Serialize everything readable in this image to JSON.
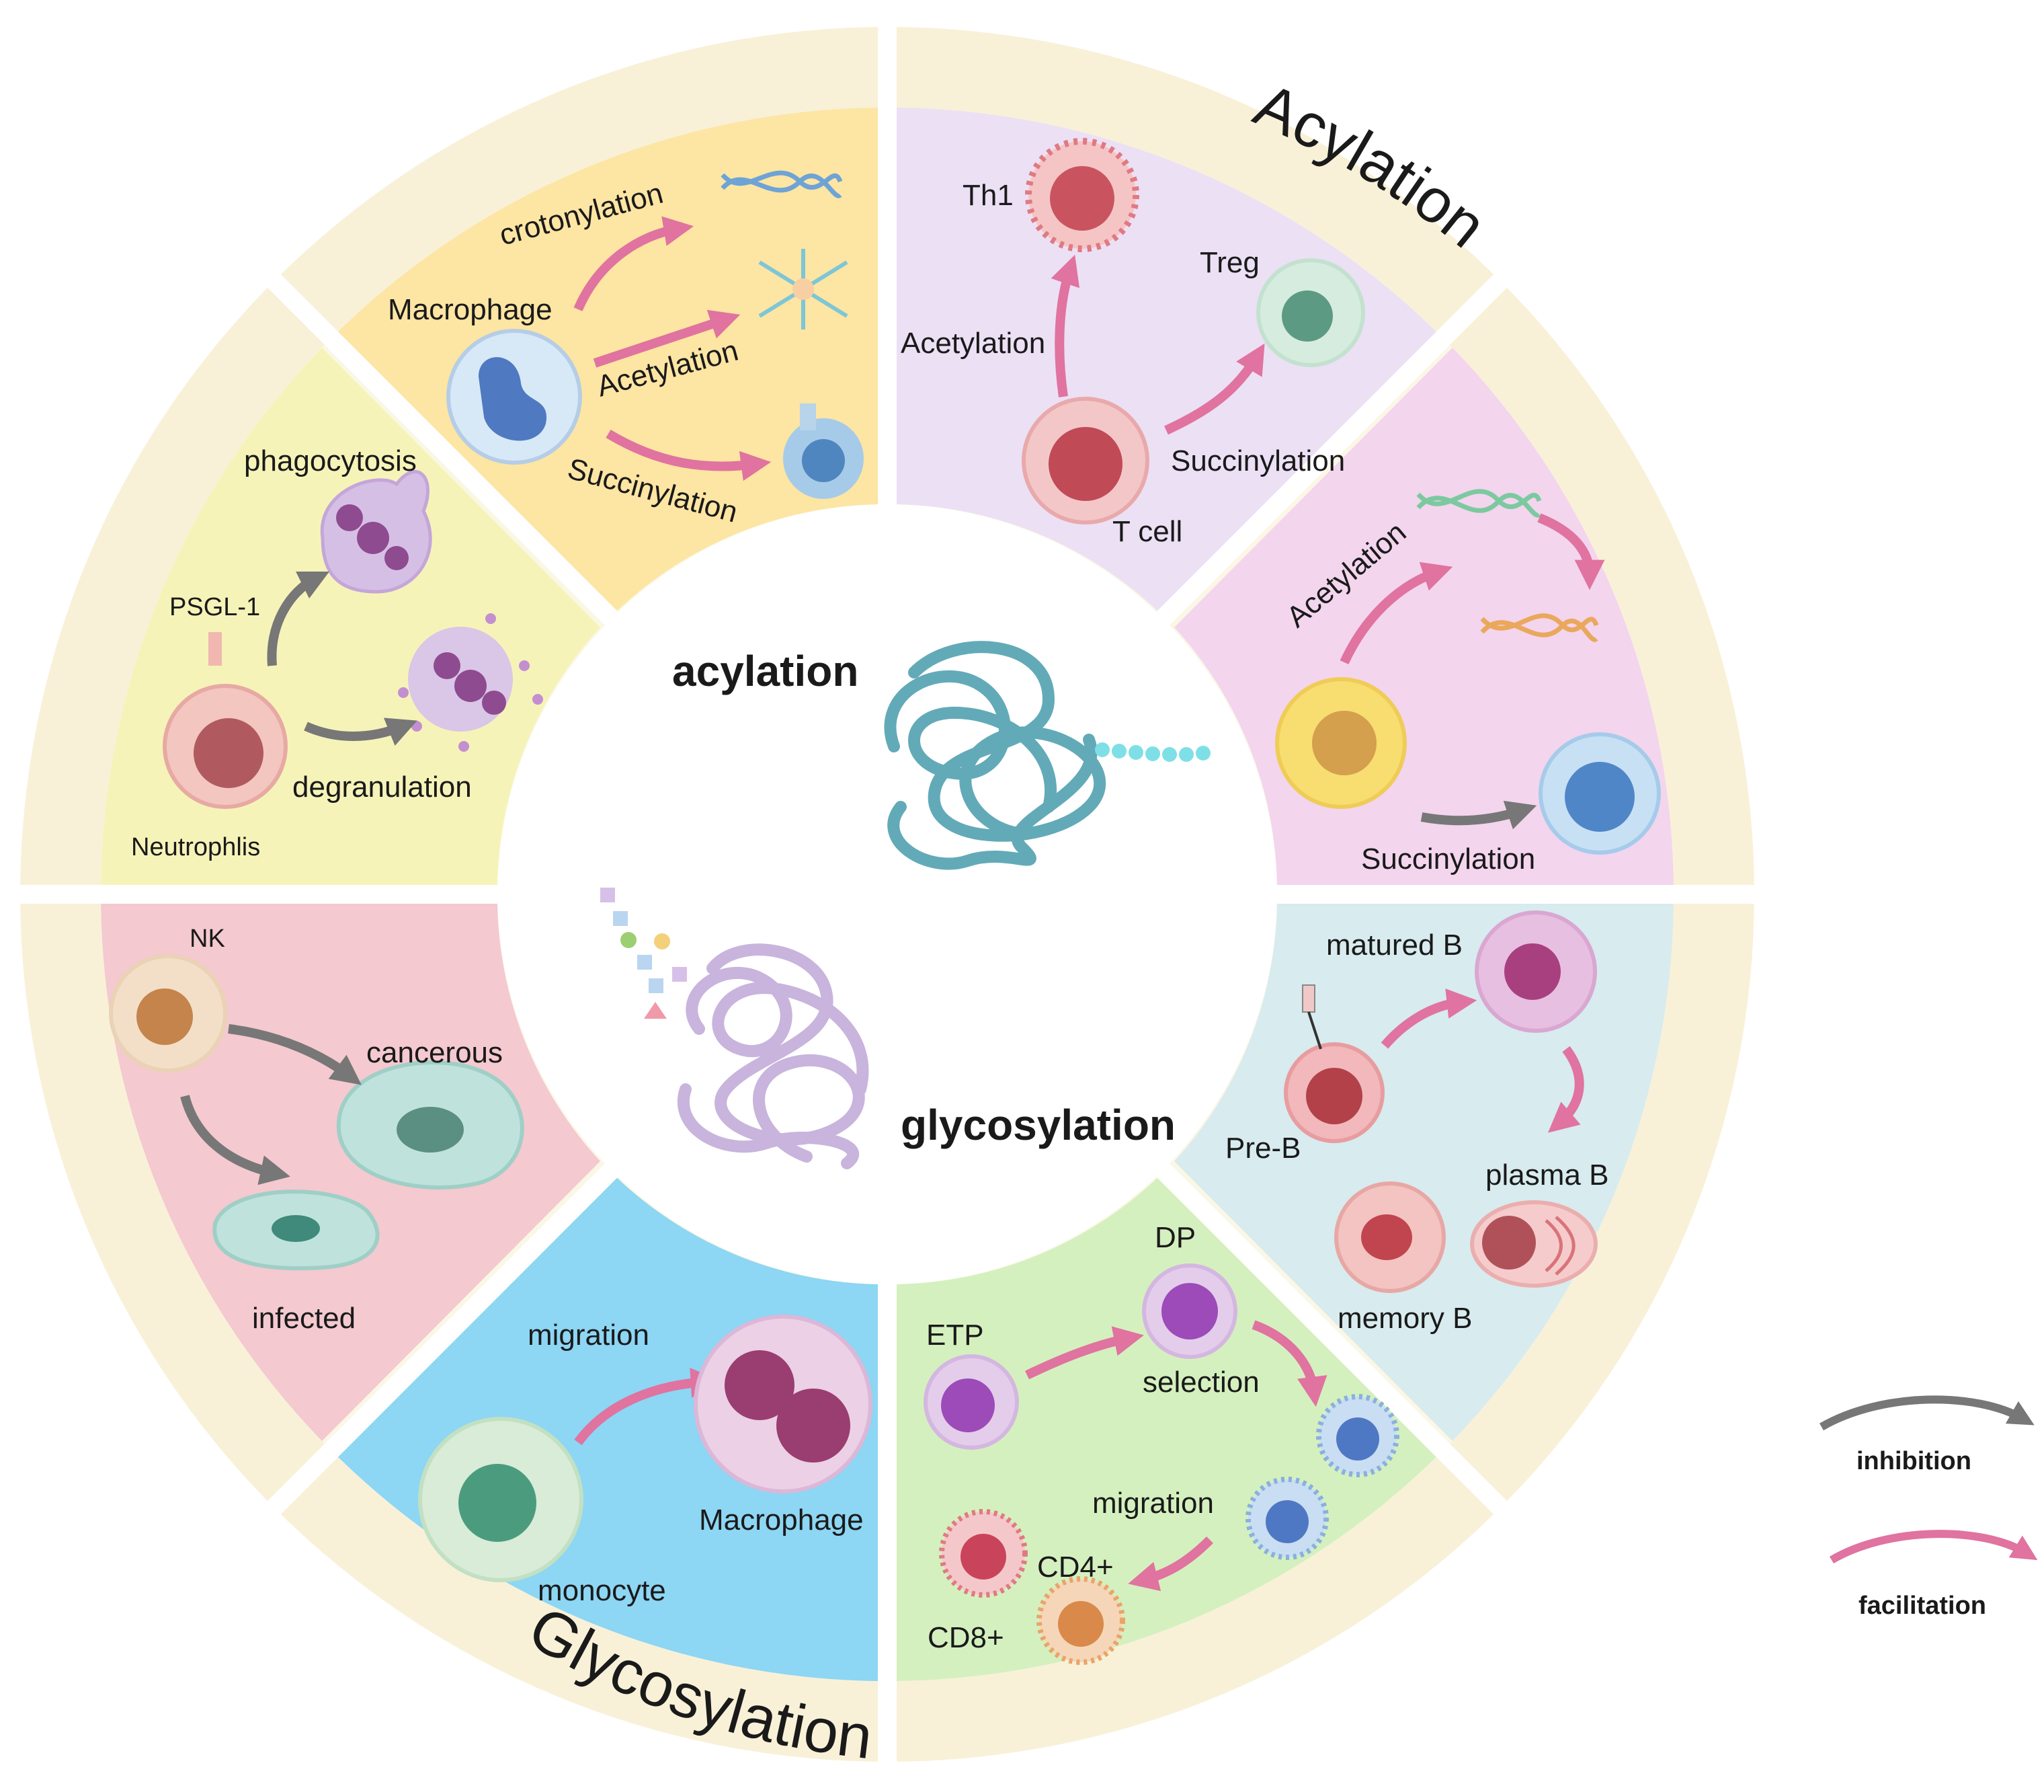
{
  "ring_labels": {
    "top": "Acylation",
    "bottom": "Glycosylation"
  },
  "center": {
    "acylation": "acylation",
    "glycosylation": "glycosylation"
  },
  "colors": {
    "gray_arrow": "#777777",
    "pink_arrow": "#e0739f",
    "ring": "#f8f1d8",
    "macrophage_sector": "#fde5a3",
    "neutrophil_sector": "#f6f3b9",
    "tcell_sector": "#ece0f5",
    "bcell_sector": "#f3d5ee",
    "nk_sector": "#f4c9cf",
    "monocyte_sector": "#8dd6f4",
    "thymocyte_sector": "#d5f0bf",
    "bcell2_sector": "#d8ebef"
  },
  "sectors": {
    "macrophage": {
      "cell": "Macrophage",
      "arrow1": "crotonylation",
      "arrow2": "Acetylation",
      "arrow3": "Succinylation"
    },
    "neutrophil": {
      "cell": "Neutrophlis",
      "receptor": "PSGL-1",
      "out1": "phagocytosis",
      "out2": "degranulation"
    },
    "tcell": {
      "cell": "T cell",
      "out1": "Th1",
      "out2": "Treg",
      "arrow1": "Acetylation",
      "arrow2": "Succinylation"
    },
    "bcell_acyl": {
      "arrow1": "Acetylation",
      "arrow2": "Succinylation"
    },
    "nk": {
      "cell": "NK",
      "out1": "cancerous",
      "out2": "infected"
    },
    "monocyte": {
      "cell": "monocyte",
      "arrow": "migration",
      "out": "Macrophage"
    },
    "thymocyte": {
      "start": "ETP",
      "mid": "DP",
      "step": "selection",
      "step2": "migration",
      "out1": "CD4+",
      "out2": "CD8+"
    },
    "bcell_glyco": {
      "start": "Pre-B",
      "mid": "matured B",
      "out1": "plasma B",
      "out2": "memory B"
    }
  },
  "legend": {
    "inhibition": "inhibition",
    "facilitation": "facilitation"
  }
}
